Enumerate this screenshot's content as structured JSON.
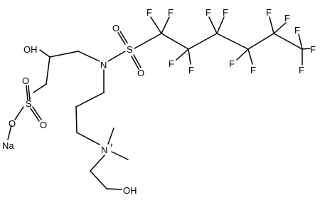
{
  "molecule": {
    "atoms": {
      "hydroxyl_o1": "OH",
      "sulfonate_s": "S",
      "sulfonate_o_top": "O",
      "sulfonate_o_bottom": "O",
      "sulfonate_o_link": "O",
      "sodium": "Na",
      "amide_n": "N",
      "sulfonyl_s": "S",
      "sulfonyl_o_left": "O",
      "sulfonyl_o_right": "O",
      "ammonium_n": "N",
      "ammonium_charge": "+",
      "hydroxyl_o2": "OH",
      "fluorine": "F"
    }
  }
}
